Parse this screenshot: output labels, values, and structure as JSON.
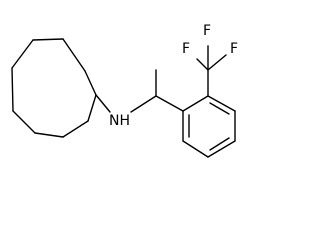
{
  "structure": {
    "atoms": {
      "amine": "NH",
      "fluorine_1": "F",
      "fluorine_2": "F",
      "fluorine_3": "F"
    }
  }
}
